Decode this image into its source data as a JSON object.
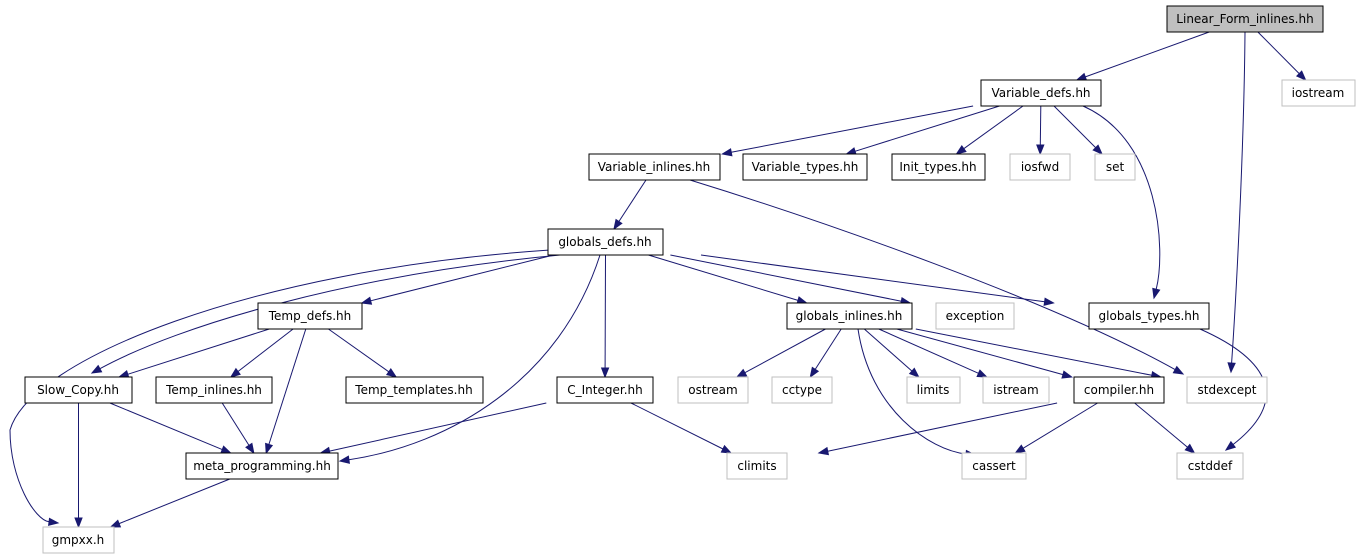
{
  "graph": {
    "colors": {
      "edge": "#191970",
      "root_fill": "#bfbfbf",
      "local_border": "#000000",
      "system_border": "#bfbfbf",
      "node_fill": "#ffffff",
      "label": "#000000"
    },
    "nodes": [
      {
        "id": "linear_form_inlines",
        "label": "Linear_Form_inlines.hh",
        "kind": "root"
      },
      {
        "id": "variable_defs",
        "label": "Variable_defs.hh",
        "kind": "local"
      },
      {
        "id": "iostream",
        "label": "iostream",
        "kind": "system"
      },
      {
        "id": "variable_inlines",
        "label": "Variable_inlines.hh",
        "kind": "local"
      },
      {
        "id": "variable_types",
        "label": "Variable_types.hh",
        "kind": "local"
      },
      {
        "id": "init_types",
        "label": "Init_types.hh",
        "kind": "local"
      },
      {
        "id": "iosfwd",
        "label": "iosfwd",
        "kind": "system"
      },
      {
        "id": "set",
        "label": "set",
        "kind": "system"
      },
      {
        "id": "globals_defs",
        "label": "globals_defs.hh",
        "kind": "local"
      },
      {
        "id": "temp_defs",
        "label": "Temp_defs.hh",
        "kind": "local"
      },
      {
        "id": "globals_inlines",
        "label": "globals_inlines.hh",
        "kind": "local"
      },
      {
        "id": "exception",
        "label": "exception",
        "kind": "system"
      },
      {
        "id": "globals_types",
        "label": "globals_types.hh",
        "kind": "local"
      },
      {
        "id": "slow_copy",
        "label": "Slow_Copy.hh",
        "kind": "local"
      },
      {
        "id": "temp_inlines",
        "label": "Temp_inlines.hh",
        "kind": "local"
      },
      {
        "id": "temp_templates",
        "label": "Temp_templates.hh",
        "kind": "local"
      },
      {
        "id": "c_integer",
        "label": "C_Integer.hh",
        "kind": "local"
      },
      {
        "id": "ostream",
        "label": "ostream",
        "kind": "system"
      },
      {
        "id": "cctype",
        "label": "cctype",
        "kind": "system"
      },
      {
        "id": "limits",
        "label": "limits",
        "kind": "system"
      },
      {
        "id": "istream",
        "label": "istream",
        "kind": "system"
      },
      {
        "id": "compiler",
        "label": "compiler.hh",
        "kind": "local"
      },
      {
        "id": "stdexcept",
        "label": "stdexcept",
        "kind": "system"
      },
      {
        "id": "meta_programming",
        "label": "meta_programming.hh",
        "kind": "local"
      },
      {
        "id": "climits",
        "label": "climits",
        "kind": "system"
      },
      {
        "id": "cassert",
        "label": "cassert",
        "kind": "system"
      },
      {
        "id": "cstddef",
        "label": "cstddef",
        "kind": "system"
      },
      {
        "id": "gmpxx",
        "label": "gmpxx.h",
        "kind": "system"
      }
    ],
    "edges": [
      {
        "from": "linear_form_inlines",
        "to": "variable_defs"
      },
      {
        "from": "linear_form_inlines",
        "to": "iostream"
      },
      {
        "from": "linear_form_inlines",
        "to": "stdexcept"
      },
      {
        "from": "variable_defs",
        "to": "variable_inlines"
      },
      {
        "from": "variable_defs",
        "to": "variable_types"
      },
      {
        "from": "variable_defs",
        "to": "init_types"
      },
      {
        "from": "variable_defs",
        "to": "iosfwd"
      },
      {
        "from": "variable_defs",
        "to": "set"
      },
      {
        "from": "variable_defs",
        "to": "globals_types"
      },
      {
        "from": "variable_inlines",
        "to": "globals_defs"
      },
      {
        "from": "variable_inlines",
        "to": "stdexcept"
      },
      {
        "from": "globals_defs",
        "to": "temp_defs"
      },
      {
        "from": "globals_defs",
        "to": "globals_inlines"
      },
      {
        "from": "globals_defs",
        "to": "exception"
      },
      {
        "from": "globals_defs",
        "to": "globals_types"
      },
      {
        "from": "globals_defs",
        "to": "slow_copy"
      },
      {
        "from": "globals_defs",
        "to": "c_integer"
      },
      {
        "from": "globals_defs",
        "to": "meta_programming"
      },
      {
        "from": "globals_defs",
        "to": "gmpxx"
      },
      {
        "from": "temp_defs",
        "to": "slow_copy"
      },
      {
        "from": "temp_defs",
        "to": "temp_inlines"
      },
      {
        "from": "temp_defs",
        "to": "temp_templates"
      },
      {
        "from": "temp_defs",
        "to": "meta_programming"
      },
      {
        "from": "globals_inlines",
        "to": "ostream"
      },
      {
        "from": "globals_inlines",
        "to": "cctype"
      },
      {
        "from": "globals_inlines",
        "to": "limits"
      },
      {
        "from": "globals_inlines",
        "to": "istream"
      },
      {
        "from": "globals_inlines",
        "to": "compiler"
      },
      {
        "from": "globals_inlines",
        "to": "stdexcept"
      },
      {
        "from": "globals_inlines",
        "to": "cassert"
      },
      {
        "from": "globals_types",
        "to": "cstddef"
      },
      {
        "from": "slow_copy",
        "to": "meta_programming"
      },
      {
        "from": "slow_copy",
        "to": "gmpxx"
      },
      {
        "from": "temp_inlines",
        "to": "meta_programming"
      },
      {
        "from": "c_integer",
        "to": "meta_programming"
      },
      {
        "from": "c_integer",
        "to": "climits"
      },
      {
        "from": "compiler",
        "to": "climits"
      },
      {
        "from": "compiler",
        "to": "cassert"
      },
      {
        "from": "compiler",
        "to": "cstddef"
      },
      {
        "from": "meta_programming",
        "to": "gmpxx"
      }
    ]
  }
}
